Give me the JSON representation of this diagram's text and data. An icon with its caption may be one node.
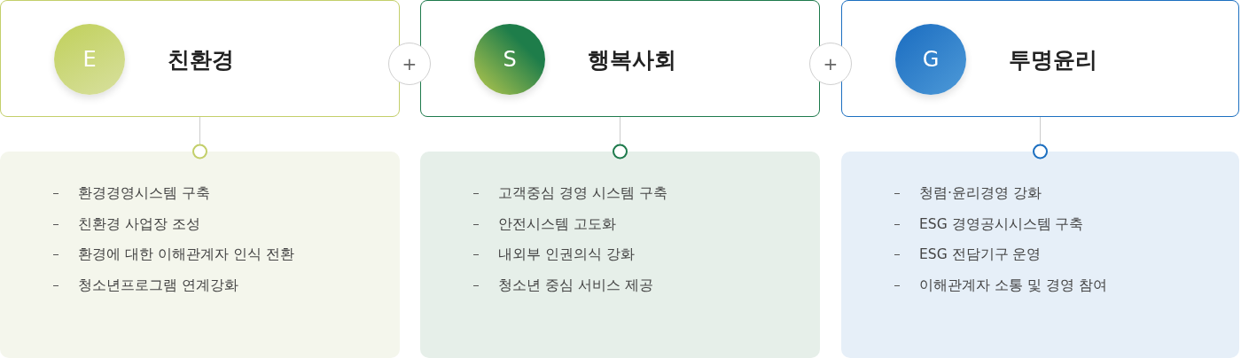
{
  "diagram": {
    "nodes": [
      {
        "text": [
          "친환경"
        ]
      },
      {
        "text": [
          "E"
        ],
        "in": 0
      },
      {
        "text": [
          "+"
        ]
      },
      {
        "text": [
          "행복사회"
        ]
      },
      {
        "text": [
          "S"
        ],
        "in": 3
      },
      {
        "text": [
          "+"
        ]
      },
      {
        "text": [
          "투명윤리"
        ]
      },
      {
        "text": [
          "G"
        ],
        "in": 6
      },
      {
        "text": [
          "환경경영시스템 구축",
          "친환경 사업장 조성",
          "환경에 대한 이해관계자 인식 전환",
          "청소년프로그램 연계강화"
        ]
      },
      {
        "text": [
          "고객중심 경영 시스템 구축",
          "안전시스템 고도화",
          "내외부 인권의식 강화",
          "청소년 중심 서비스 제공"
        ]
      },
      {
        "text": [
          "청렴·윤리경영 강화",
          "ESG 경영공시시스템 구축",
          "ESG 전담기구 운영",
          "이해관계자 소통 및 경영 참여"
        ]
      }
    ],
    "edges": [
      {
        "from": 0,
        "to": 8,
        "arrow": "other"
      },
      {
        "from": 3,
        "to": 9,
        "arrow": "other"
      },
      {
        "from": 6,
        "to": 10,
        "arrow": "other"
      }
    ]
  }
}
